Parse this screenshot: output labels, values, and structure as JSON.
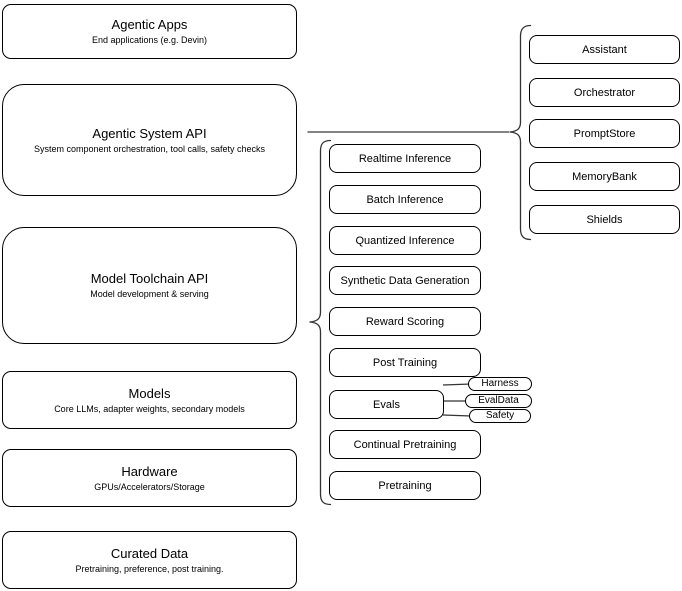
{
  "diagram": {
    "layers": [
      {
        "title": "Agentic Apps",
        "subtitle": "End applications (e.g. Devin)"
      },
      {
        "title": "Agentic System API",
        "subtitle": "System component orchestration, tool calls, safety checks"
      },
      {
        "title": "Model Toolchain API",
        "subtitle": "Model development & serving"
      },
      {
        "title": "Models",
        "subtitle": "Core LLMs, adapter weights, secondary models"
      },
      {
        "title": "Hardware",
        "subtitle": "GPUs/Accelerators/Storage"
      },
      {
        "title": "Curated Data",
        "subtitle": "Pretraining, preference, post training."
      }
    ],
    "toolchain_capabilities": [
      "Realtime Inference",
      "Batch Inference",
      "Quantized Inference",
      "Synthetic Data Generation",
      "Reward Scoring",
      "Post Training",
      "Evals",
      "Continual Pretraining",
      "Pretraining"
    ],
    "evals_tags": [
      "Harness",
      "EvalData",
      "Safety"
    ],
    "system_components": [
      "Assistant",
      "Orchestrator",
      "PromptStore",
      "MemoryBank",
      "Shields"
    ],
    "colors": {
      "background": "#ffffff",
      "box_border": "#000000",
      "brace": "#333333",
      "connector": "#5a5a5a",
      "text": "#000000"
    }
  }
}
